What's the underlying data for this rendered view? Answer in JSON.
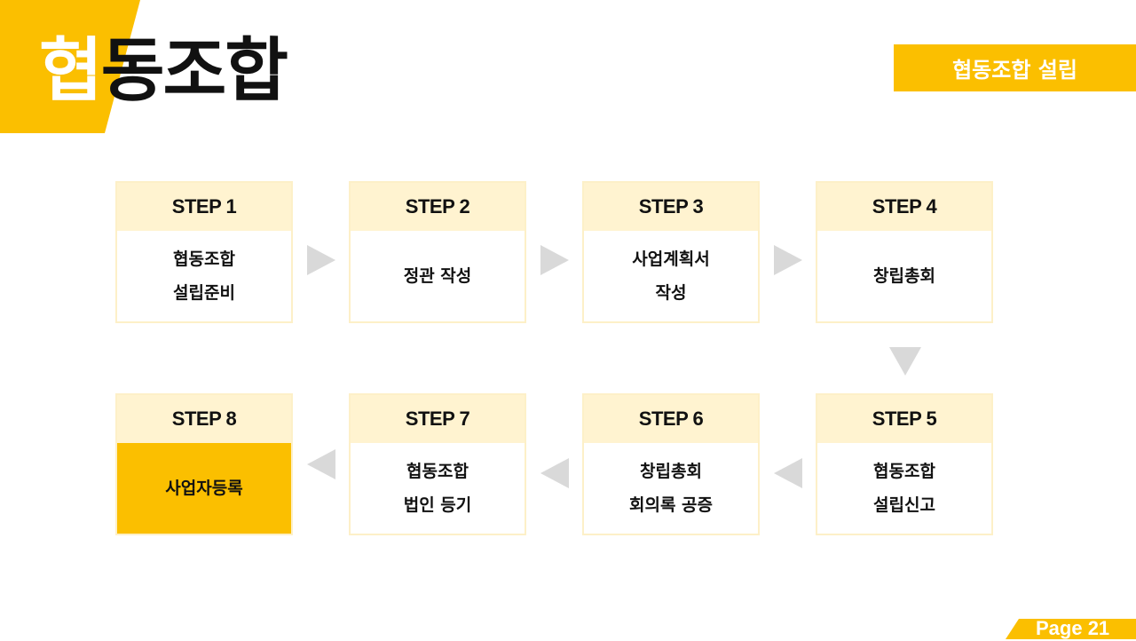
{
  "header": {
    "title_first_char": "협",
    "title_rest": "동조합",
    "badge": "협동조합 설립"
  },
  "steps": [
    {
      "label": "STEP 1",
      "lines": [
        "협동조합",
        "설립준비"
      ]
    },
    {
      "label": "STEP 2",
      "lines": [
        "정관 작성"
      ]
    },
    {
      "label": "STEP 3",
      "lines": [
        "사업계획서",
        "작성"
      ]
    },
    {
      "label": "STEP 4",
      "lines": [
        "창립총회"
      ]
    },
    {
      "label": "STEP 5",
      "lines": [
        "협동조합",
        "설립신고"
      ]
    },
    {
      "label": "STEP 6",
      "lines": [
        "창립총회",
        "회의록 공증"
      ]
    },
    {
      "label": "STEP 7",
      "lines": [
        "협동조합",
        "법인 등기"
      ]
    },
    {
      "label": "STEP 8",
      "lines": [
        "사업자등록"
      ]
    }
  ],
  "active_step": "STEP 8",
  "footer": {
    "page": "Page 21"
  },
  "colors": {
    "accent": "#fbbf00",
    "step_header": "#fff3d0",
    "arrow": "#d9d9d9"
  }
}
